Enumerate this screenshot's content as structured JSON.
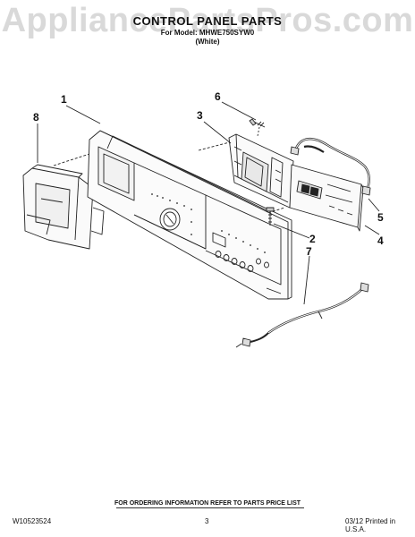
{
  "watermark": "AppliancePartsPros.com",
  "header": {
    "title": "CONTROL PANEL PARTS",
    "model_line": "For Model: MHWE750SYW0",
    "color_line": "(White)"
  },
  "callouts": [
    "1",
    "2",
    "3",
    "4",
    "5",
    "6",
    "7",
    "8"
  ],
  "footer": {
    "note": "FOR ORDERING INFORMATION REFER TO PARTS PRICE LIST",
    "doc_number": "W10523524",
    "page_number": "3",
    "date": "03/12 Printed in U.S.A."
  }
}
